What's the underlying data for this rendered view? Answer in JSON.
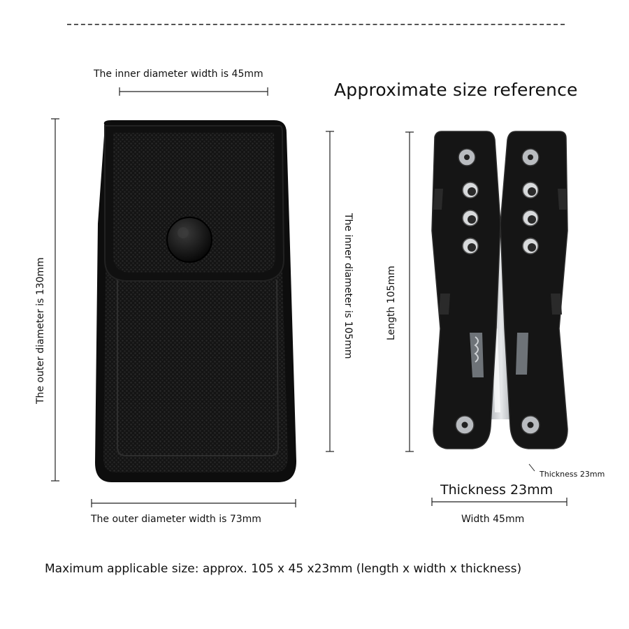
{
  "title": "Approximate size reference",
  "pouch": {
    "inner_width_label": "The inner diameter width is 45mm",
    "outer_height_label": "The outer diameter is 130mm",
    "inner_height_label": "The inner diameter is 105mm",
    "outer_width_label": "The outer diameter width is 73mm"
  },
  "tool": {
    "length_label": "Length 105mm",
    "thickness_small_label": "Thickness 23mm",
    "thickness_label": "Thickness 23mm",
    "width_label": "Width 45mm"
  },
  "footer": "Maximum applicable size: approx. 105 x 45 x23mm (length x width x thickness)",
  "colors": {
    "pouch": "#111111",
    "tool_body": "#161616",
    "steel": "#bfc3c8",
    "line": "#222222"
  }
}
